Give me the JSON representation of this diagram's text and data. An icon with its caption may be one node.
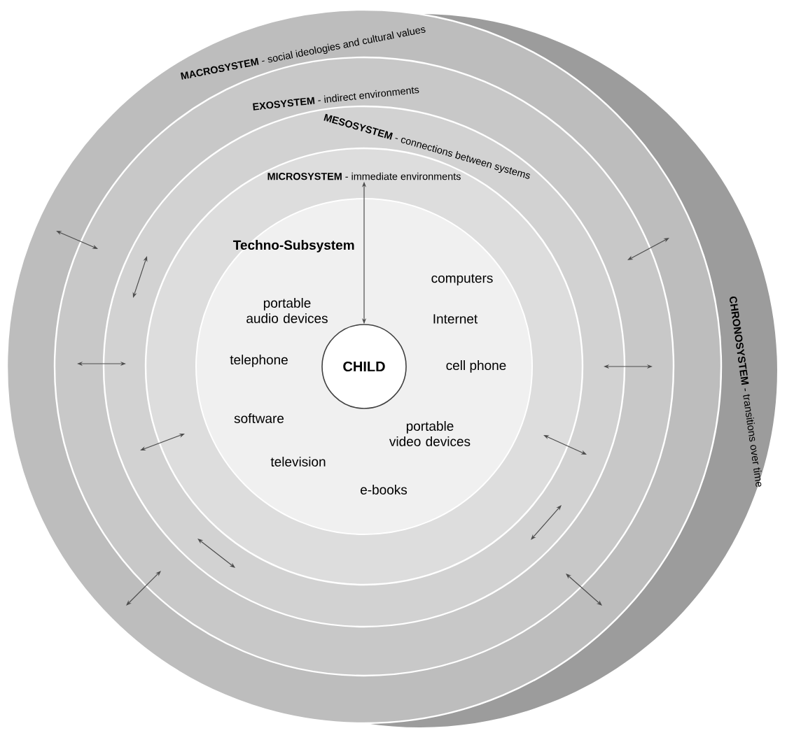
{
  "diagram": {
    "nodes": [
      {
        "text": [
          "**CHRONOSYSTEM** - transitions over time"
        ]
      },
      {
        "text": [
          "**MACROSYSTEM** - social ideologies and cultural values"
        ]
      },
      {
        "text": [
          "**EXOSYSTEM** - indirect environments"
        ],
        "in": 1
      },
      {
        "text": [
          "**MESOSYSTEM** - connections between systems"
        ],
        "in": 2
      },
      {
        "text": [
          "**MICROSYSTEM** - immediate environments"
        ],
        "in": 3
      },
      {
        "text": [
          "Techno-Subsystem"
        ],
        "in": 4
      },
      {
        "text": [
          "CHILD"
        ],
        "in": 5
      }
    ],
    "edges": [
      {
        "from": 4,
        "to": 6,
        "arrow": "both"
      }
    ],
    "labels": [
      "computers",
      "portable audio devices",
      "Internet",
      "telephone",
      "cell phone",
      "software",
      "portable video devices",
      "television",
      "e-books"
    ]
  }
}
